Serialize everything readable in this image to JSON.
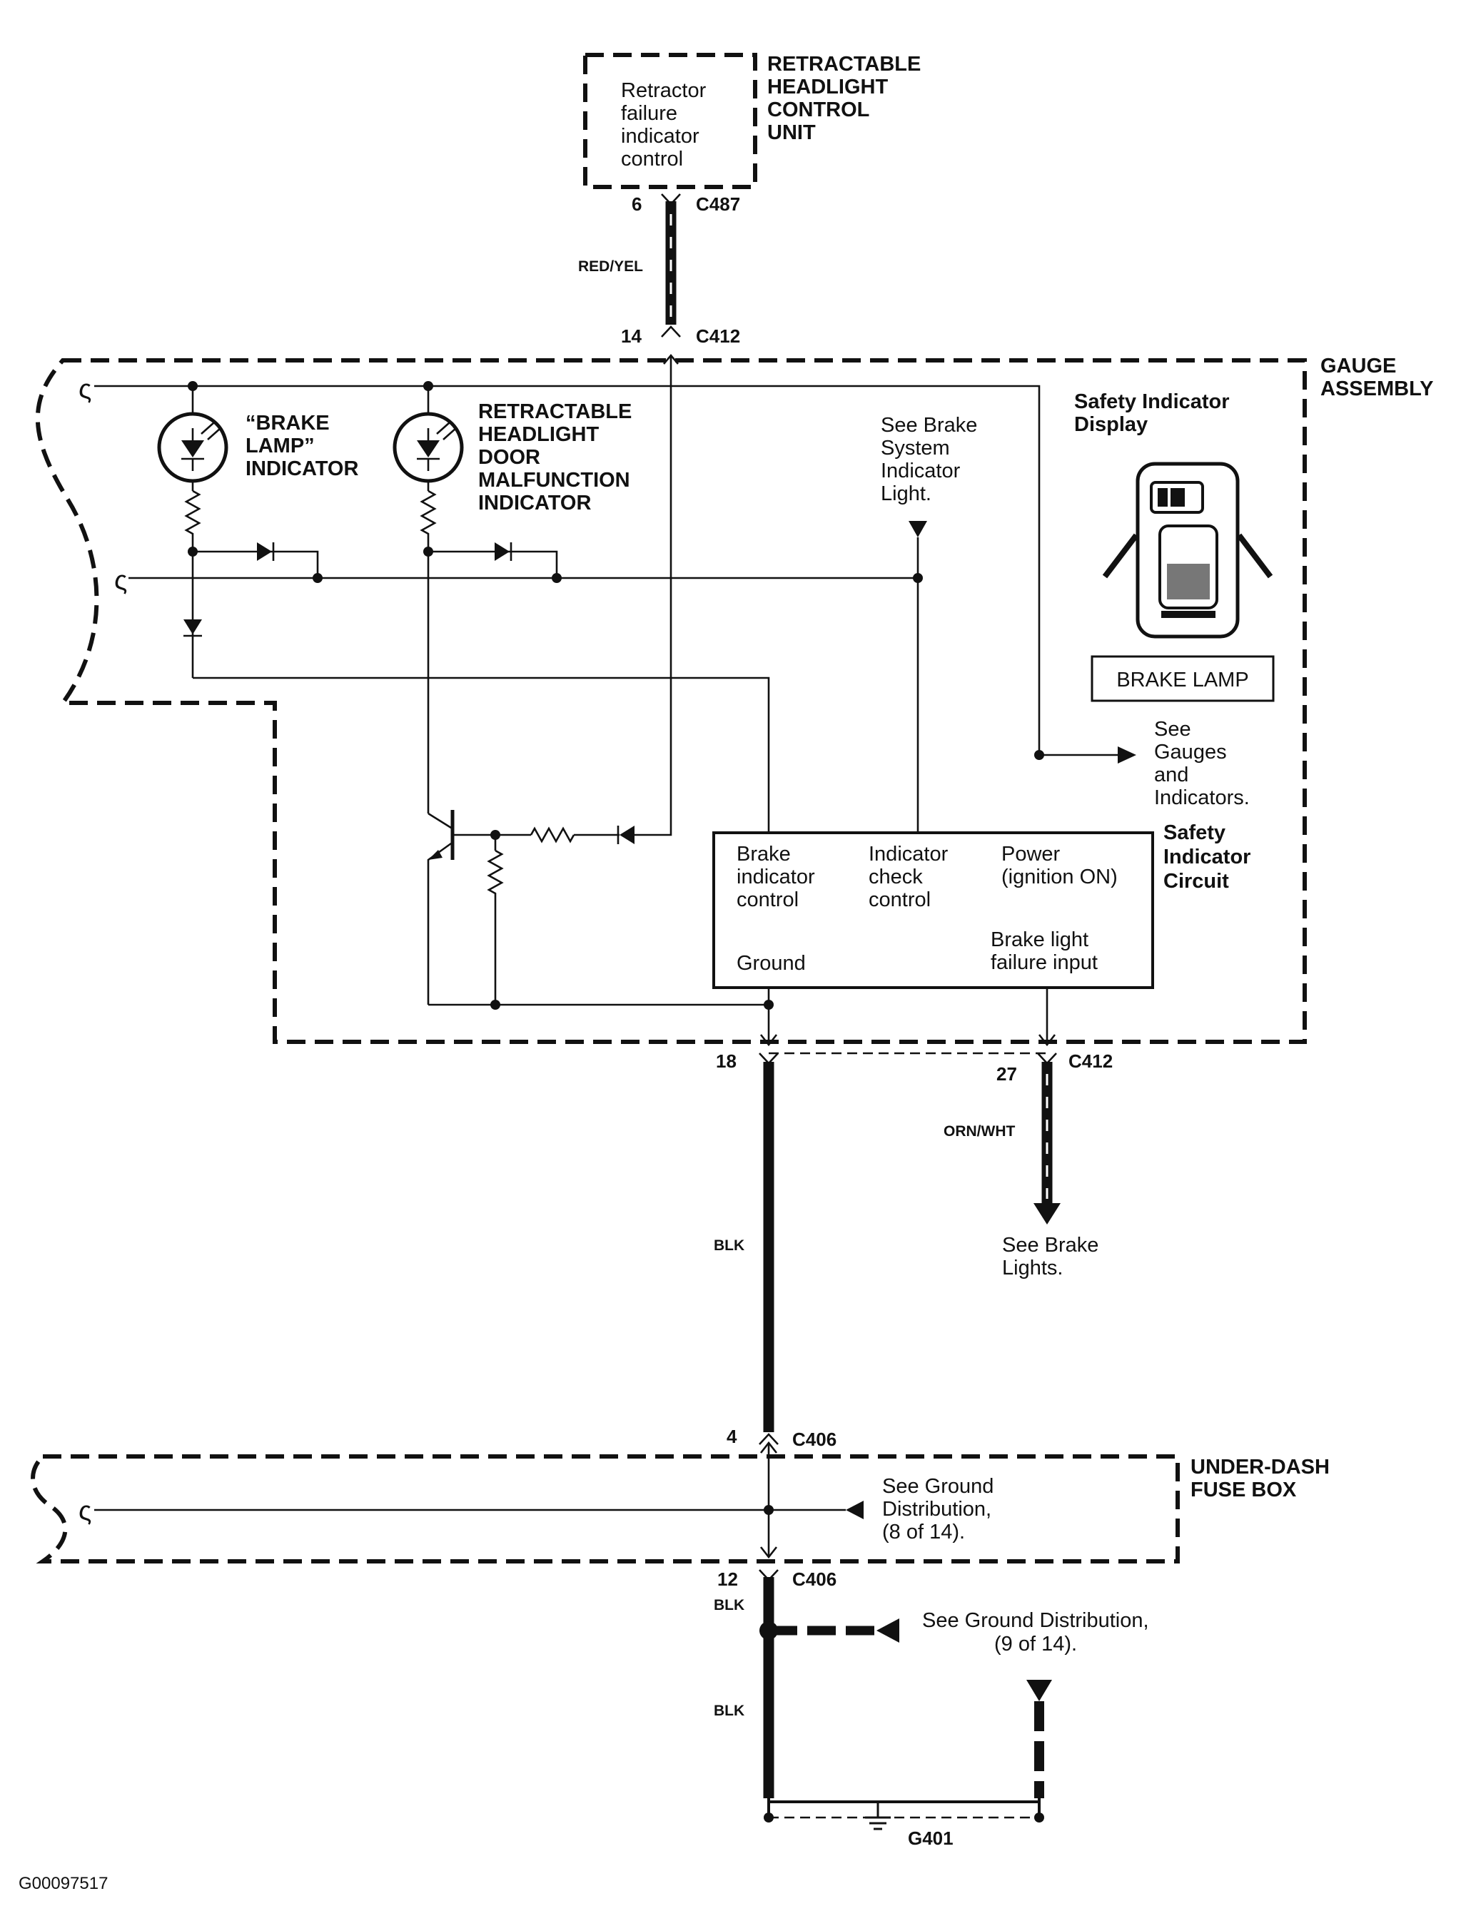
{
  "retractable_unit": {
    "title_lines": [
      "RETRACTABLE",
      "HEADLIGHT",
      "CONTROL",
      "UNIT"
    ],
    "inner_lines": [
      "Retractor",
      "failure",
      "indicator",
      "control"
    ],
    "pin": "6",
    "connector": "C487"
  },
  "wire_red_yel": {
    "color_label": "RED/YEL"
  },
  "gauge_assembly": {
    "title_lines": [
      "GAUGE",
      "ASSEMBLY"
    ],
    "top_pin": "14",
    "top_connector": "C412",
    "brake_lamp_indicator_lines": [
      "“BRAKE",
      "LAMP”",
      "INDICATOR"
    ],
    "door_indicator_lines": [
      "RETRACTABLE",
      "HEADLIGHT",
      "DOOR",
      "MALFUNCTION",
      "INDICATOR"
    ],
    "see_brake_system_lines": [
      "See Brake",
      "System",
      "Indicator",
      "Light."
    ],
    "safety_display_lines": [
      "Safety Indicator",
      "Display"
    ],
    "display_lamp_label": "BRAKE LAMP",
    "see_gauges_lines": [
      "See",
      "Gauges",
      "and",
      "Indicators."
    ],
    "safety_circuit_lines": [
      "Safety",
      "Indicator",
      "Circuit"
    ],
    "circuit_box": {
      "brake_control_lines": [
        "Brake",
        "indicator",
        "control"
      ],
      "indicator_check_lines": [
        "Indicator",
        "check",
        "control"
      ],
      "power_lines": [
        "Power",
        "(ignition ON)"
      ],
      "ground_label": "Ground",
      "brake_failure_lines": [
        "Brake light",
        "failure input"
      ]
    },
    "pin_ground": "18",
    "pin_brake": "27",
    "bottom_connector": "C412"
  },
  "wire_orn_wht": {
    "color_label": "ORN/WHT",
    "see_lines": [
      "See Brake",
      "Lights."
    ]
  },
  "wire_blk_upper": {
    "color_label": "BLK"
  },
  "under_dash": {
    "title_lines": [
      "UNDER-DASH",
      "FUSE BOX"
    ],
    "top_pin": "4",
    "top_connector": "C406",
    "see_ground_lines": [
      "See Ground",
      "Distribution,",
      "(8 of 14)."
    ],
    "bottom_pin": "12",
    "bottom_connector": "C406"
  },
  "lower_ground": {
    "blk_label_1": "BLK",
    "blk_label_2": "BLK",
    "see_ground_lines": [
      "See Ground Distribution,",
      "(9 of 14)."
    ],
    "ground_name": "G401"
  },
  "figure_id": "G00097517"
}
